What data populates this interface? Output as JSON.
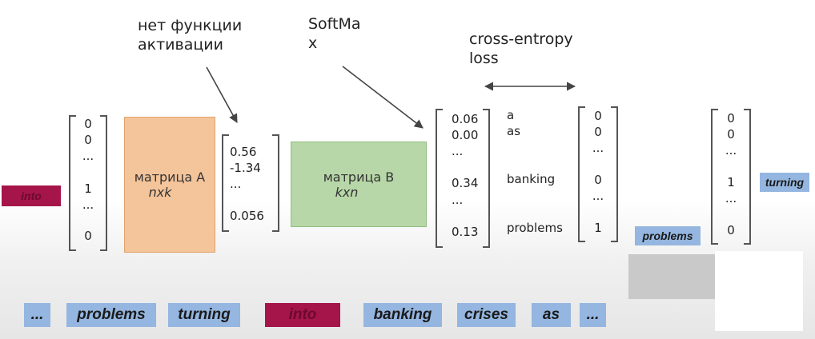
{
  "annotations": {
    "no_activation": "нет функции\nактивации",
    "softmax": "SoftMa\nx",
    "cross_entropy": "cross-entropy\nloss"
  },
  "input_vector": [
    "0",
    "0",
    "...",
    "1",
    "...",
    "0"
  ],
  "hidden_vector": [
    "0.56",
    "-1.34",
    "...",
    "0.056"
  ],
  "output_vector": [
    "0.06",
    "0.00",
    "...",
    "0.34",
    "...",
    "0.13"
  ],
  "output_labels": [
    "a",
    "as",
    "banking",
    "problems"
  ],
  "target_vector_1": [
    "0",
    "0",
    "...",
    "0",
    "...",
    "1"
  ],
  "target_vector_2": [
    "0",
    "0",
    "...",
    "1",
    "...",
    "0"
  ],
  "matrix_a": {
    "title": "матрица А",
    "dims": "nxk"
  },
  "matrix_b": {
    "title": "матрица В",
    "dims": "kxn"
  },
  "word_input": "into",
  "word_problems": "problems",
  "word_turning": "turning",
  "sentence_tokens": [
    "...",
    "problems",
    "turning",
    "into",
    "banking",
    "crises",
    "as",
    "..."
  ],
  "colors": {
    "matrix_a": "#f4c49a",
    "matrix_b": "#b7d7a8",
    "token_blue": "#94b6e0",
    "token_red": "#a5154a"
  }
}
